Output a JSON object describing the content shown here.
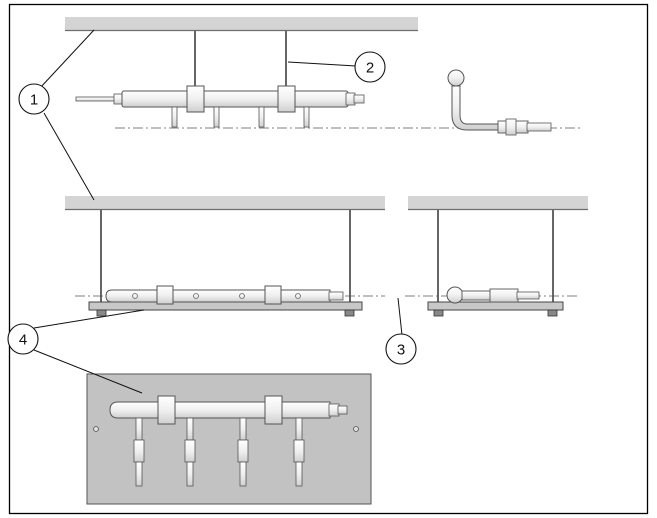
{
  "callouts": {
    "c1": "1",
    "c2": "2",
    "c3": "3",
    "c4": "4"
  },
  "colors": {
    "background": "#ffffff",
    "frame": "#000000",
    "ceiling": "#d4d4d4",
    "ceiling_edge": "#8a8a8a",
    "pipe_fill": "#f2f2f2",
    "pipe_stroke": "#444444",
    "plate_fill": "#c8c8c8",
    "axis_line": "#555555"
  }
}
